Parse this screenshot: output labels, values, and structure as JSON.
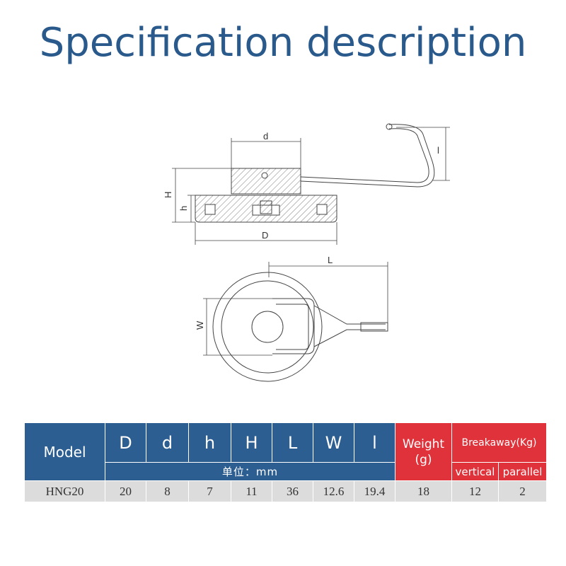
{
  "title": "Specification description",
  "dims": {
    "d": "d",
    "H": "H",
    "h": "h",
    "D": "D",
    "l": "l",
    "L": "L",
    "W": "W"
  },
  "table": {
    "model_label": "Model",
    "headers": [
      "D",
      "d",
      "h",
      "H",
      "L",
      "W",
      "l"
    ],
    "weight_label": "Weight\n(g)",
    "weight_l1": "Weight",
    "weight_l2": "(g)",
    "breakaway_label": "Breakaway(Kg)",
    "unit_label": "单位：mm",
    "vertical_label": "vertical",
    "parallel_label": "parallel",
    "row": {
      "model": "HNG20",
      "D": "20",
      "d": "8",
      "h": "7",
      "H": "11",
      "L": "36",
      "W": "12.6",
      "l": "19.4",
      "weight": "18",
      "vertical": "12",
      "parallel": "2"
    }
  }
}
